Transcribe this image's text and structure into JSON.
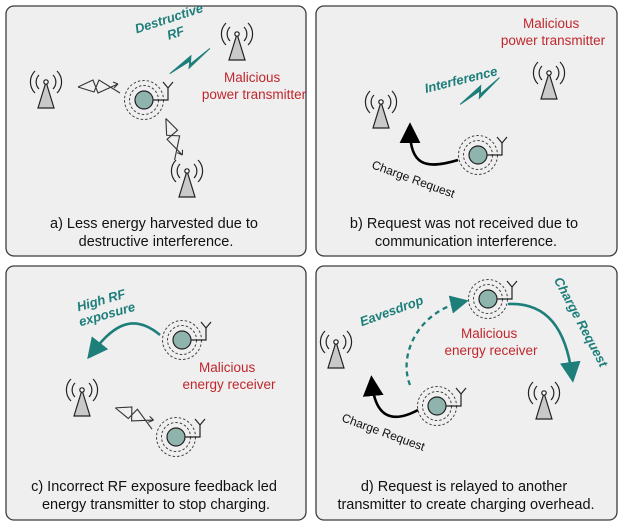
{
  "colors": {
    "teal": "#1d7e7a",
    "red": "#c0272d",
    "panel_bg": "#efefef",
    "device_fill": "#8fb3ad",
    "tower_fill": "#c9c9c9"
  },
  "panels": [
    {
      "caption": [
        "a) Less energy harvested due to",
        "destructive interference."
      ],
      "teal_label": [
        "Destructive",
        "RF"
      ],
      "red_label": [
        "Malicious",
        "power transmitter"
      ]
    },
    {
      "caption": [
        "b) Request was not received due to",
        "communication interference."
      ],
      "teal_label": [
        "Interference"
      ],
      "red_label": [
        "Malicious",
        "power transmitter"
      ],
      "black_label": "Charge Request"
    },
    {
      "caption": [
        "c) Incorrect RF exposure feedback led",
        "energy transmitter to stop charging."
      ],
      "teal_label": [
        "High RF",
        "exposure"
      ],
      "red_label": [
        "Malicious",
        "energy receiver"
      ]
    },
    {
      "caption": [
        "d) Request is relayed  to another",
        "transmitter to create charging overhead."
      ],
      "teal_label": [
        "Eavesdrop"
      ],
      "teal_label_2": "Charge Request",
      "red_label": [
        "Malicious",
        "energy receiver"
      ],
      "black_label": "Charge Request"
    }
  ]
}
